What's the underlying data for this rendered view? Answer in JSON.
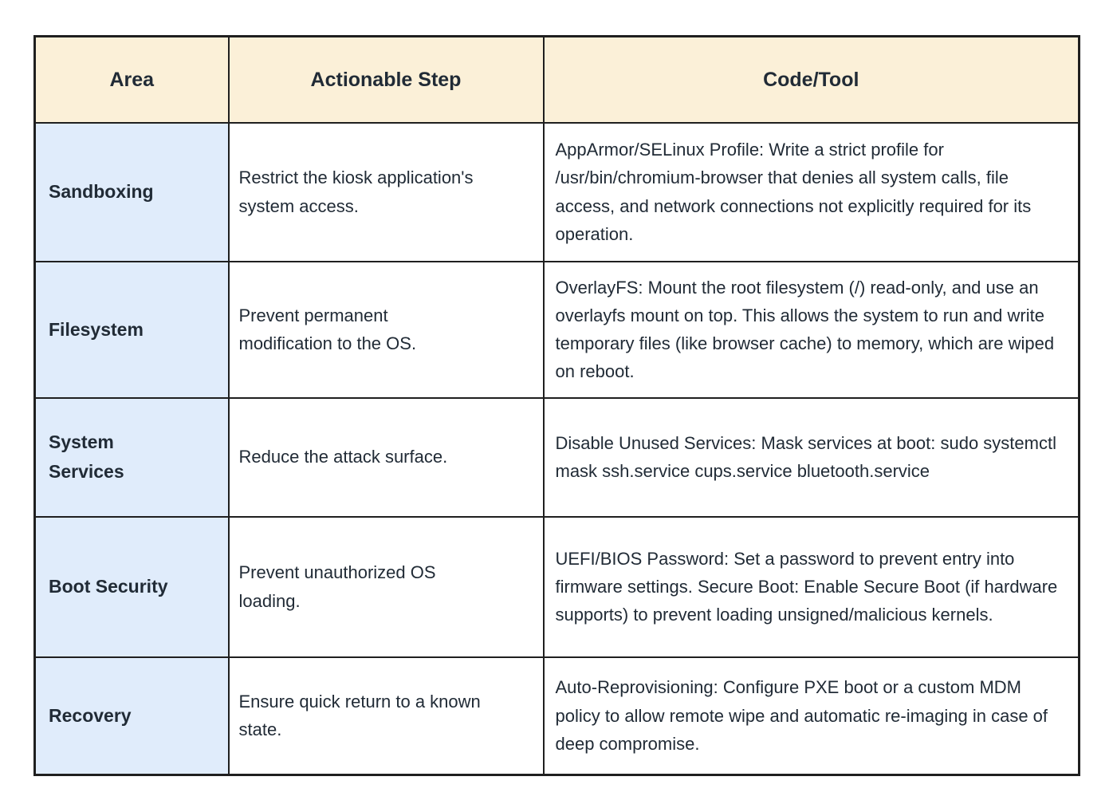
{
  "colors": {
    "header_bg": "#FBF0D8",
    "area_column_bg": "#E0ECFB",
    "cell_bg": "#FFFFFF",
    "border": "#1F1F1F",
    "text": "#212B36"
  },
  "table": {
    "columns": [
      {
        "key": "area",
        "label": "Area"
      },
      {
        "key": "step",
        "label": "Actionable Step"
      },
      {
        "key": "code",
        "label": "Code/Tool"
      }
    ],
    "rows": [
      {
        "area": "Sandboxing",
        "step": "Restrict the kiosk application's system access.",
        "code": "AppArmor/SELinux Profile: Write a strict profile for /usr/bin/chromium-browser that denies all system calls, file access, and network connections not explicitly required for its operation."
      },
      {
        "area": "Filesystem",
        "step": "Prevent permanent modification to the OS.",
        "code": "OverlayFS: Mount the root filesystem (/) read-only, and use an overlayfs mount on top. This allows the system to run and write temporary files (like browser cache) to memory, which are wiped on reboot."
      },
      {
        "area": "System Services",
        "step": "Reduce the attack surface.",
        "code": "Disable Unused Services: Mask services at boot: sudo systemctl mask ssh.service cups.service bluetooth.service"
      },
      {
        "area": "Boot Security",
        "step": "Prevent unauthorized OS loading.",
        "code": "UEFI/BIOS Password: Set a password to prevent entry into firmware settings. Secure Boot: Enable Secure Boot (if hardware supports) to prevent loading unsigned/malicious kernels."
      },
      {
        "area": "Recovery",
        "step": "Ensure quick return to a known state.",
        "code": "Auto-Reprovisioning: Configure PXE boot or a custom MDM policy to allow remote wipe and automatic re-imaging in case of deep compromise."
      }
    ]
  }
}
